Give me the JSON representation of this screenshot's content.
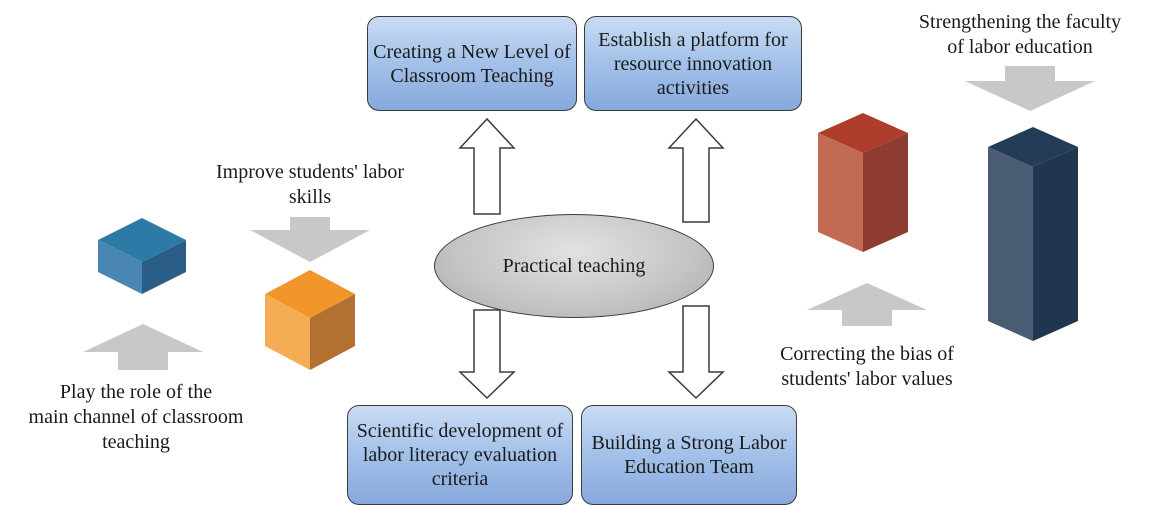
{
  "center": {
    "label": "Practical teaching"
  },
  "boxes": {
    "top_left": "Creating a New Level of Classroom Teaching",
    "top_right": "Establish a platform for resource innovation activities",
    "bottom_left": "Scientific development of labor literacy evaluation criteria",
    "bottom_right": "Building a Strong Labor Education Team"
  },
  "captions": {
    "improve_skills": "Improve students' labor\nskills",
    "main_channel": "Play the role of the\nmain channel of classroom\nteaching",
    "correcting_bias": "Correcting the bias of\nstudents' labor values",
    "faculty": "Strengthening the faculty\nof labor education"
  },
  "colors": {
    "box_fill": "#a6c3ea",
    "grey_arrow": "#c8c8c8",
    "blue_cube": "#4a86b4",
    "orange_cube": "#f0a04a",
    "red_block": "#b9584a",
    "navy_column": "#455a73"
  }
}
